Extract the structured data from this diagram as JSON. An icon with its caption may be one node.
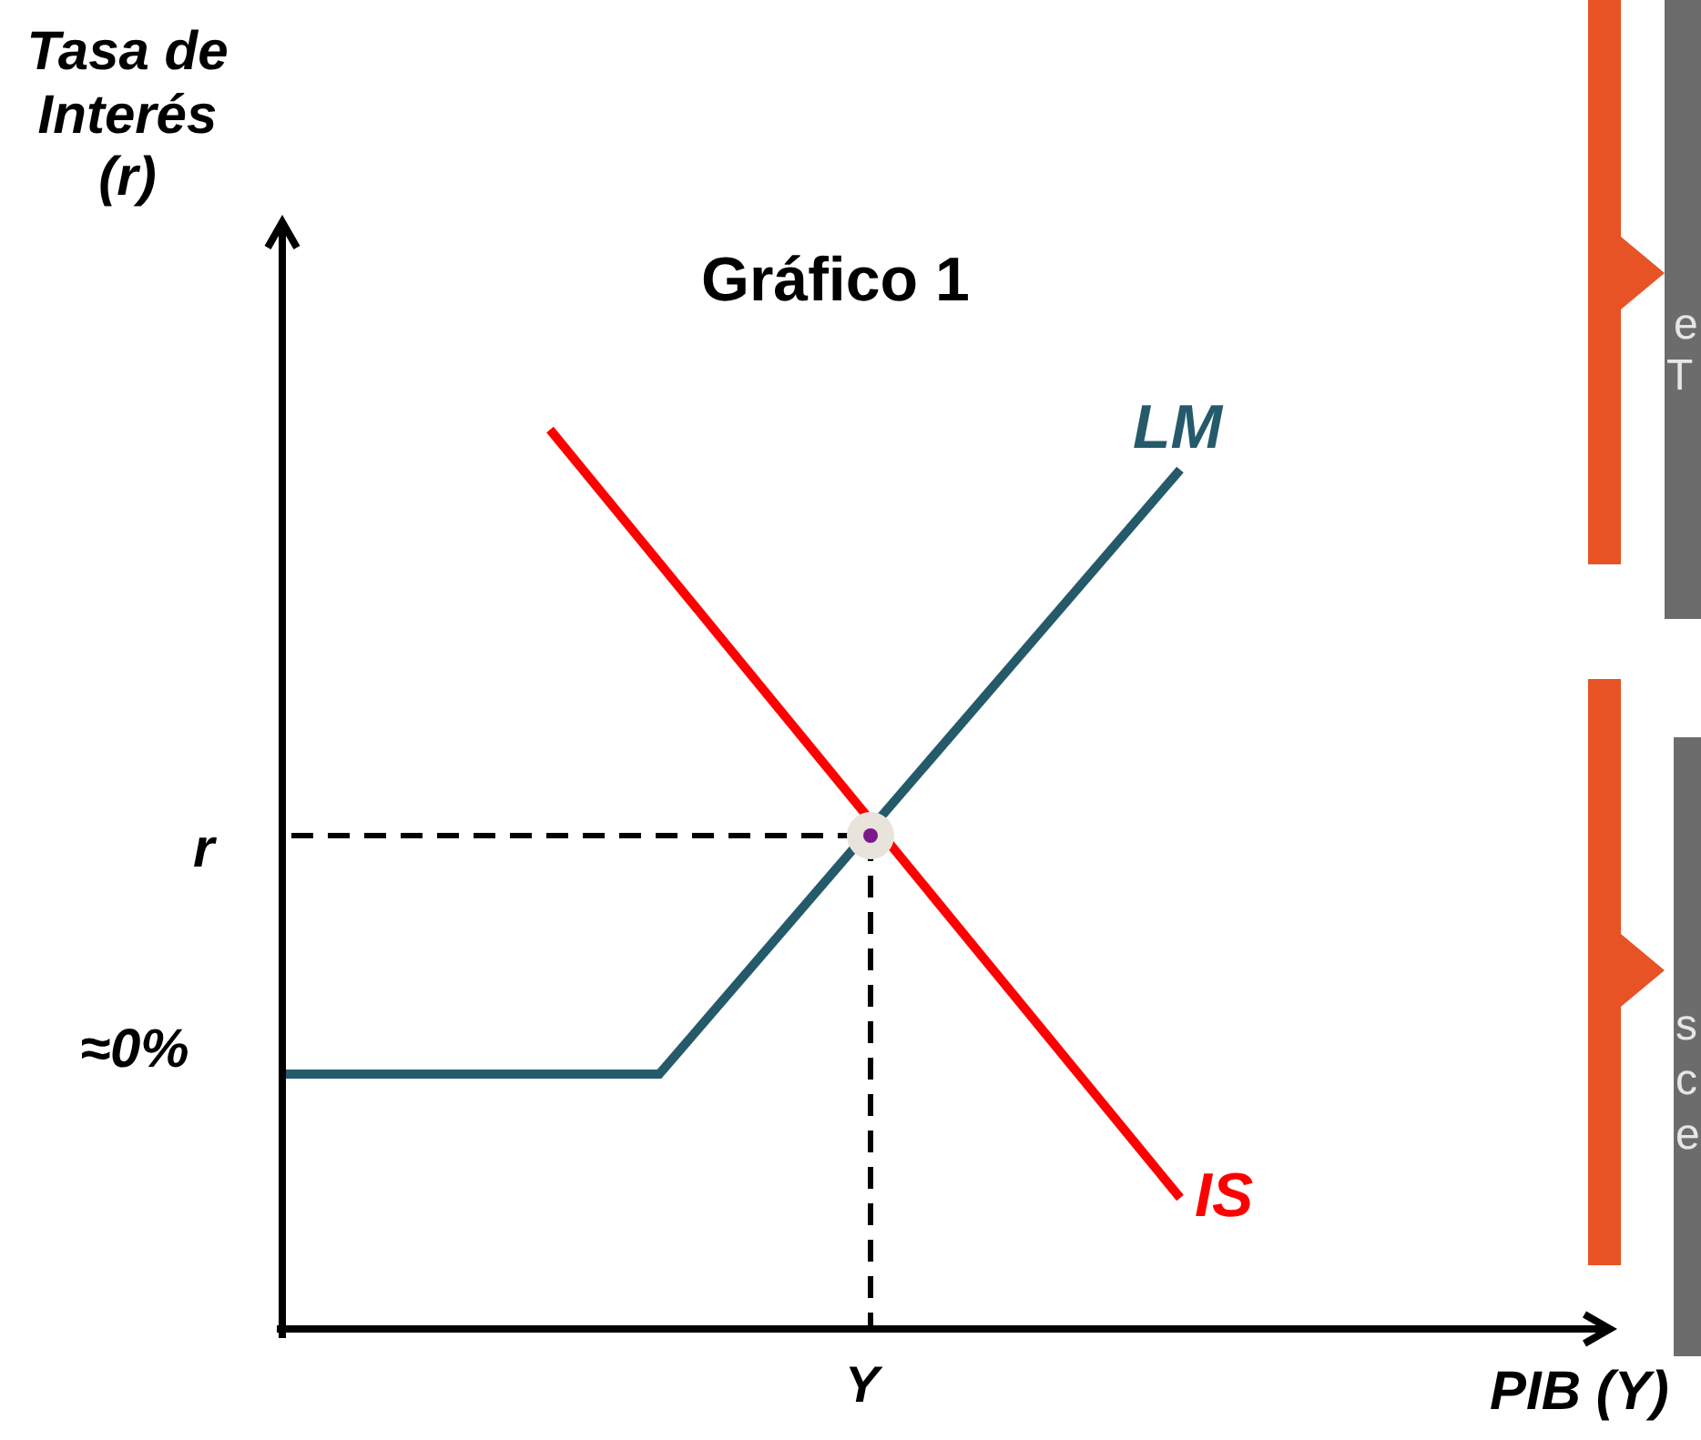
{
  "diagram": {
    "title": "Gráfico 1",
    "labels": [
      "Tasa de Interés (r)",
      "LM",
      "e",
      "T",
      "r",
      "≈0%",
      "s",
      "c",
      "e",
      "IS",
      "Y",
      "PIB (Y)"
    ]
  }
}
